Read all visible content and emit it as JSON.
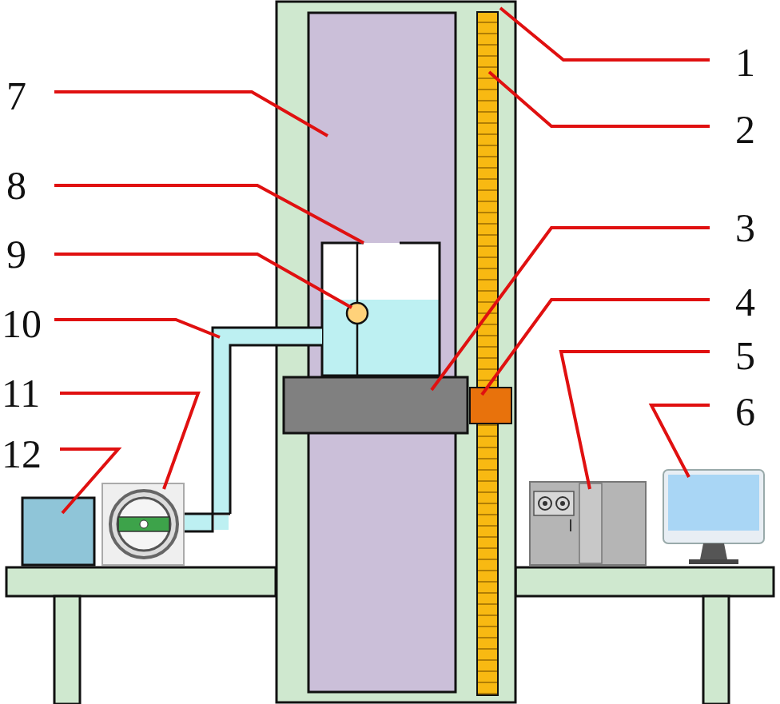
{
  "diagram": {
    "labels": [
      "1",
      "7",
      "2",
      "8",
      "3",
      "9",
      "4",
      "10",
      "5",
      "11",
      "6",
      "12"
    ]
  }
}
